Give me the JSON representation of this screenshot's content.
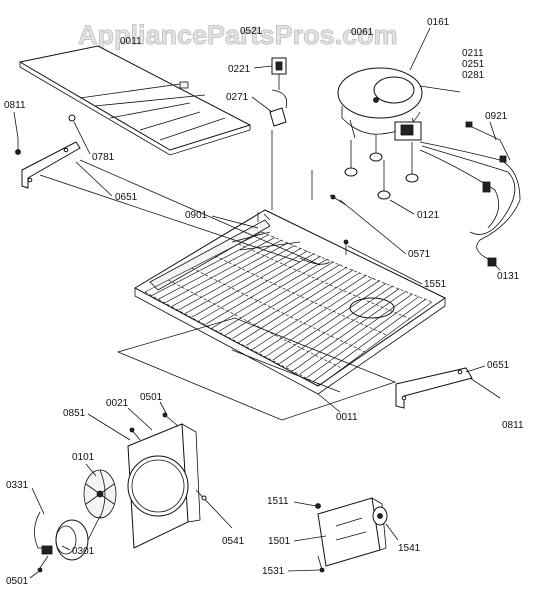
{
  "watermark": "AppliancePartsPros.com",
  "labels": {
    "p0011a": "0011",
    "p0221": "0221",
    "p0521": "0521",
    "p0061": "0061",
    "p0161": "0161",
    "p0211": "0211",
    "p0251": "0251",
    "p0281": "0281",
    "p0271": "0271",
    "p0811a": "0811",
    "p0781": "0781",
    "p0921": "0921",
    "p0651a": "0651",
    "p0901": "0901",
    "p0121": "0121",
    "p0571": "0571",
    "p1551": "1551",
    "p0131": "0131",
    "p0651b": "0651",
    "p0011b": "0011",
    "p0811b": "0811",
    "p0851": "0851",
    "p0021": "0021",
    "p0501a": "0501",
    "p0101": "0101",
    "p0331": "0331",
    "p0301": "0301",
    "p0501b": "0501",
    "p0541": "0541",
    "p1511": "1511",
    "p1501": "1501",
    "p1541": "1541",
    "p1531": "1531"
  }
}
